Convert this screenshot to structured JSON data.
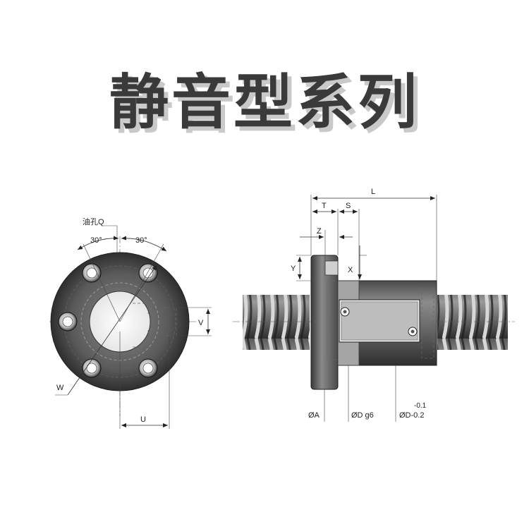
{
  "title": "静音型系列",
  "front_view": {
    "oil_hole_label": "油孔Q",
    "angle_left": "30°",
    "angle_right": "30°",
    "dim_v": "V",
    "dim_u": "U",
    "dim_w": "W"
  },
  "side_view": {
    "dim_l": "L",
    "dim_t": "T",
    "dim_s": "S",
    "dim_z": "Z",
    "dim_y": "Y",
    "dim_x": "X",
    "dim_a": "ØA",
    "dim_dg6": "ØD g6",
    "dim_d_tol_base": "ØD-0.2",
    "dim_d_tol_upper": "-0.1"
  },
  "colors": {
    "metal_dark": "#3c3c3c",
    "metal_mid": "#7a7a7a",
    "metal_light": "#bdbdbd",
    "title_shadow": "#c9c9c9"
  }
}
